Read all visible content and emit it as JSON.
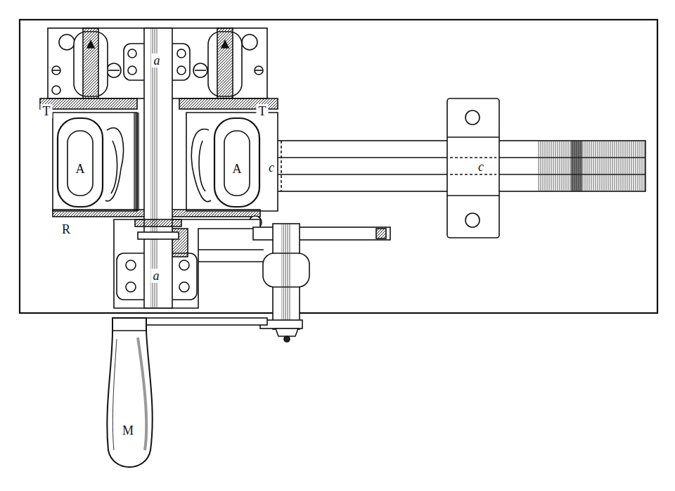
{
  "diagram": {
    "labels": [
      "a",
      "T",
      "T",
      "A",
      "A",
      "c",
      "c",
      "R",
      "a",
      "M"
    ]
  }
}
